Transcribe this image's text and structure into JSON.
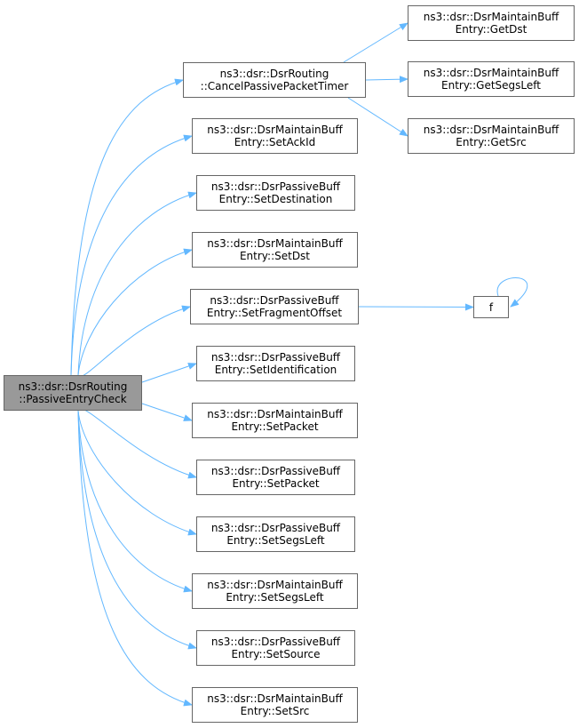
{
  "colors": {
    "edge": "#63b8ff",
    "border": "#666666",
    "root_fill": "#999999",
    "node_fill": "#ffffff"
  },
  "nodes": {
    "root": {
      "line1": "ns3::dsr::DsrRouting",
      "line2": "::PassiveEntryCheck"
    },
    "cancel_timer": {
      "line1": "ns3::dsr::DsrRouting",
      "line2": "::CancelPassivePacketTimer"
    },
    "get_dst": {
      "line1": "ns3::dsr::DsrMaintainBuff",
      "line2": "Entry::GetDst"
    },
    "get_segs_left": {
      "line1": "ns3::dsr::DsrMaintainBuff",
      "line2": "Entry::GetSegsLeft"
    },
    "get_src": {
      "line1": "ns3::dsr::DsrMaintainBuff",
      "line2": "Entry::GetSrc"
    },
    "set_ack_id": {
      "line1": "ns3::dsr::DsrMaintainBuff",
      "line2": "Entry::SetAckId"
    },
    "set_destination": {
      "line1": "ns3::dsr::DsrPassiveBuff",
      "line2": "Entry::SetDestination"
    },
    "set_dst": {
      "line1": "ns3::dsr::DsrMaintainBuff",
      "line2": "Entry::SetDst"
    },
    "set_fragment_offset": {
      "line1": "ns3::dsr::DsrPassiveBuff",
      "line2": "Entry::SetFragmentOffset"
    },
    "f": {
      "line1": "f"
    },
    "set_identification": {
      "line1": "ns3::dsr::DsrPassiveBuff",
      "line2": "Entry::SetIdentification"
    },
    "set_packet_maintain": {
      "line1": "ns3::dsr::DsrMaintainBuff",
      "line2": "Entry::SetPacket"
    },
    "set_packet_passive": {
      "line1": "ns3::dsr::DsrPassiveBuff",
      "line2": "Entry::SetPacket"
    },
    "set_segs_left_passive": {
      "line1": "ns3::dsr::DsrPassiveBuff",
      "line2": "Entry::SetSegsLeft"
    },
    "set_segs_left_maintain": {
      "line1": "ns3::dsr::DsrMaintainBuff",
      "line2": "Entry::SetSegsLeft"
    },
    "set_source": {
      "line1": "ns3::dsr::DsrPassiveBuff",
      "line2": "Entry::SetSource"
    },
    "set_src": {
      "line1": "ns3::dsr::DsrMaintainBuff",
      "line2": "Entry::SetSrc"
    }
  },
  "edges": [
    [
      "root",
      "cancel_timer"
    ],
    [
      "root",
      "set_ack_id"
    ],
    [
      "root",
      "set_destination"
    ],
    [
      "root",
      "set_dst"
    ],
    [
      "root",
      "set_fragment_offset"
    ],
    [
      "root",
      "set_identification"
    ],
    [
      "root",
      "set_packet_maintain"
    ],
    [
      "root",
      "set_packet_passive"
    ],
    [
      "root",
      "set_segs_left_passive"
    ],
    [
      "root",
      "set_segs_left_maintain"
    ],
    [
      "root",
      "set_source"
    ],
    [
      "root",
      "set_src"
    ],
    [
      "cancel_timer",
      "get_dst"
    ],
    [
      "cancel_timer",
      "get_segs_left"
    ],
    [
      "cancel_timer",
      "get_src"
    ],
    [
      "set_fragment_offset",
      "f"
    ],
    [
      "f",
      "f"
    ]
  ]
}
